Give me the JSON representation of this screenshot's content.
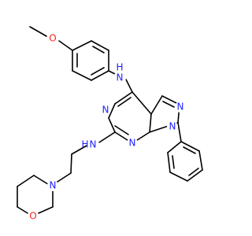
{
  "diagram": {
    "type": "chemical-structure",
    "colors": {
      "nitrogen": "#1f1fff",
      "oxygen": "#ff1f1f",
      "bond": "#000000",
      "background": "#ffffff"
    },
    "atom_labels": {
      "o_methoxy": "O",
      "n_aniline": "N",
      "h_aniline": "H",
      "n_ring_left": "N",
      "n_pyrazole_top": "N",
      "n_pyrazole_bottom": "N",
      "n_ring_bottom": "N",
      "n_amine_2": "N",
      "h_amine_2": "H",
      "n_morpholine": "N",
      "o_morpholine": "O"
    }
  }
}
